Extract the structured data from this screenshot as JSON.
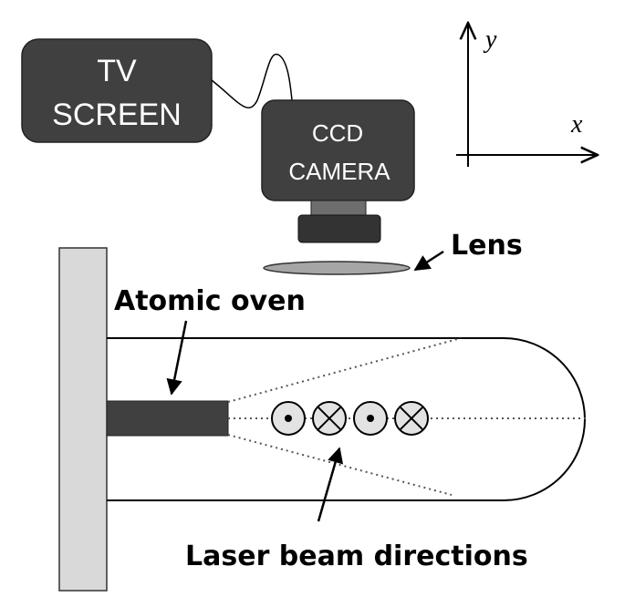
{
  "labels": {
    "tv_screen_line1": "TV",
    "tv_screen_line2": "SCREEN",
    "camera_line1": "CCD",
    "camera_line2": "CAMERA",
    "lens": "Lens",
    "atomic_oven": "Atomic oven",
    "laser_beams": "Laser beam directions",
    "axis_x": "x",
    "axis_y": "y"
  },
  "beams": [
    {
      "direction": "out-of-page"
    },
    {
      "direction": "into-page"
    },
    {
      "direction": "out-of-page"
    },
    {
      "direction": "into-page"
    }
  ],
  "colors": {
    "box_fill": "#404040",
    "camera_mount": "#6e6e6e",
    "lens_fill": "#a6a6a6",
    "wall_fill": "#d9d9d9",
    "beam_circle_fill": "#e3e3e3"
  }
}
